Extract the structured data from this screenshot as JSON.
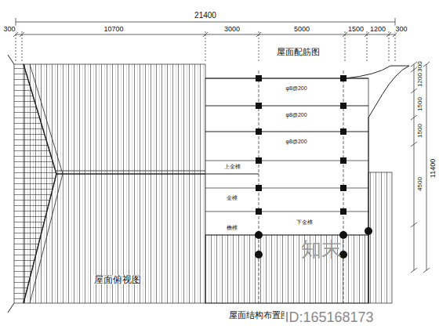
{
  "diagram": {
    "labels": [
      "21400",
      "300",
      "10700",
      "3000",
      "5000",
      "1500",
      "1200",
      "300",
      "300",
      "1200",
      "1500",
      "1500",
      "4500",
      "11400",
      "屋面配筋图",
      "屋面俯视图",
      "屋面结构布置图",
      "φ8@200",
      "φ8@200",
      "φ8@200",
      "上金檩",
      "金檩",
      "下金檩",
      "檐檩",
      "知末",
      "ID:165168173"
    ]
  }
}
